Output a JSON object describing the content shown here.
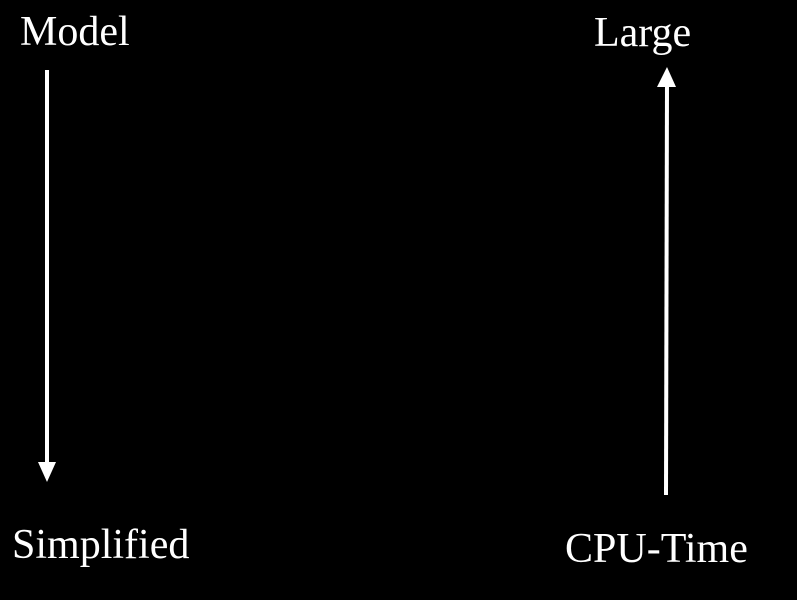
{
  "left_axis": {
    "top_label": "Model",
    "bottom_label": "Simplified",
    "direction": "down"
  },
  "right_axis": {
    "top_label": "Large",
    "bottom_label": "CPU-Time",
    "direction": "up"
  },
  "colors": {
    "background": "#000000",
    "foreground": "#ffffff"
  }
}
